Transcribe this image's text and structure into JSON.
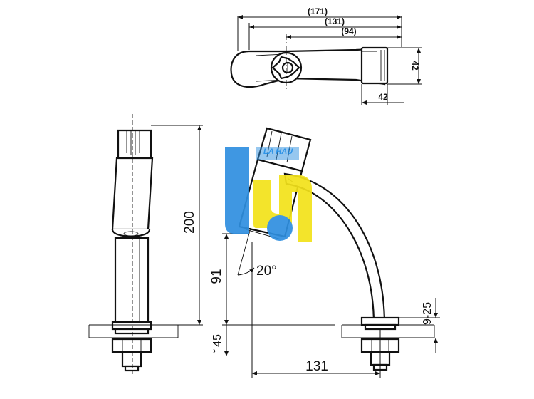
{
  "top_view": {
    "dim_overall": "(171)",
    "dim_middle": "(131)",
    "dim_inner": "(94)",
    "dim_height": "42",
    "dim_width": "42"
  },
  "front_view": {
    "dim_height": "200",
    "dim_mount": "45"
  },
  "side_view": {
    "dim_spout_height": "91",
    "dim_angle": "20°",
    "dim_thread": "9-25",
    "dim_reach": "131"
  },
  "watermark": {
    "text": "LA HAU",
    "colors": {
      "blue": "#2f8fe0",
      "yellow": "#f3e21a"
    }
  }
}
